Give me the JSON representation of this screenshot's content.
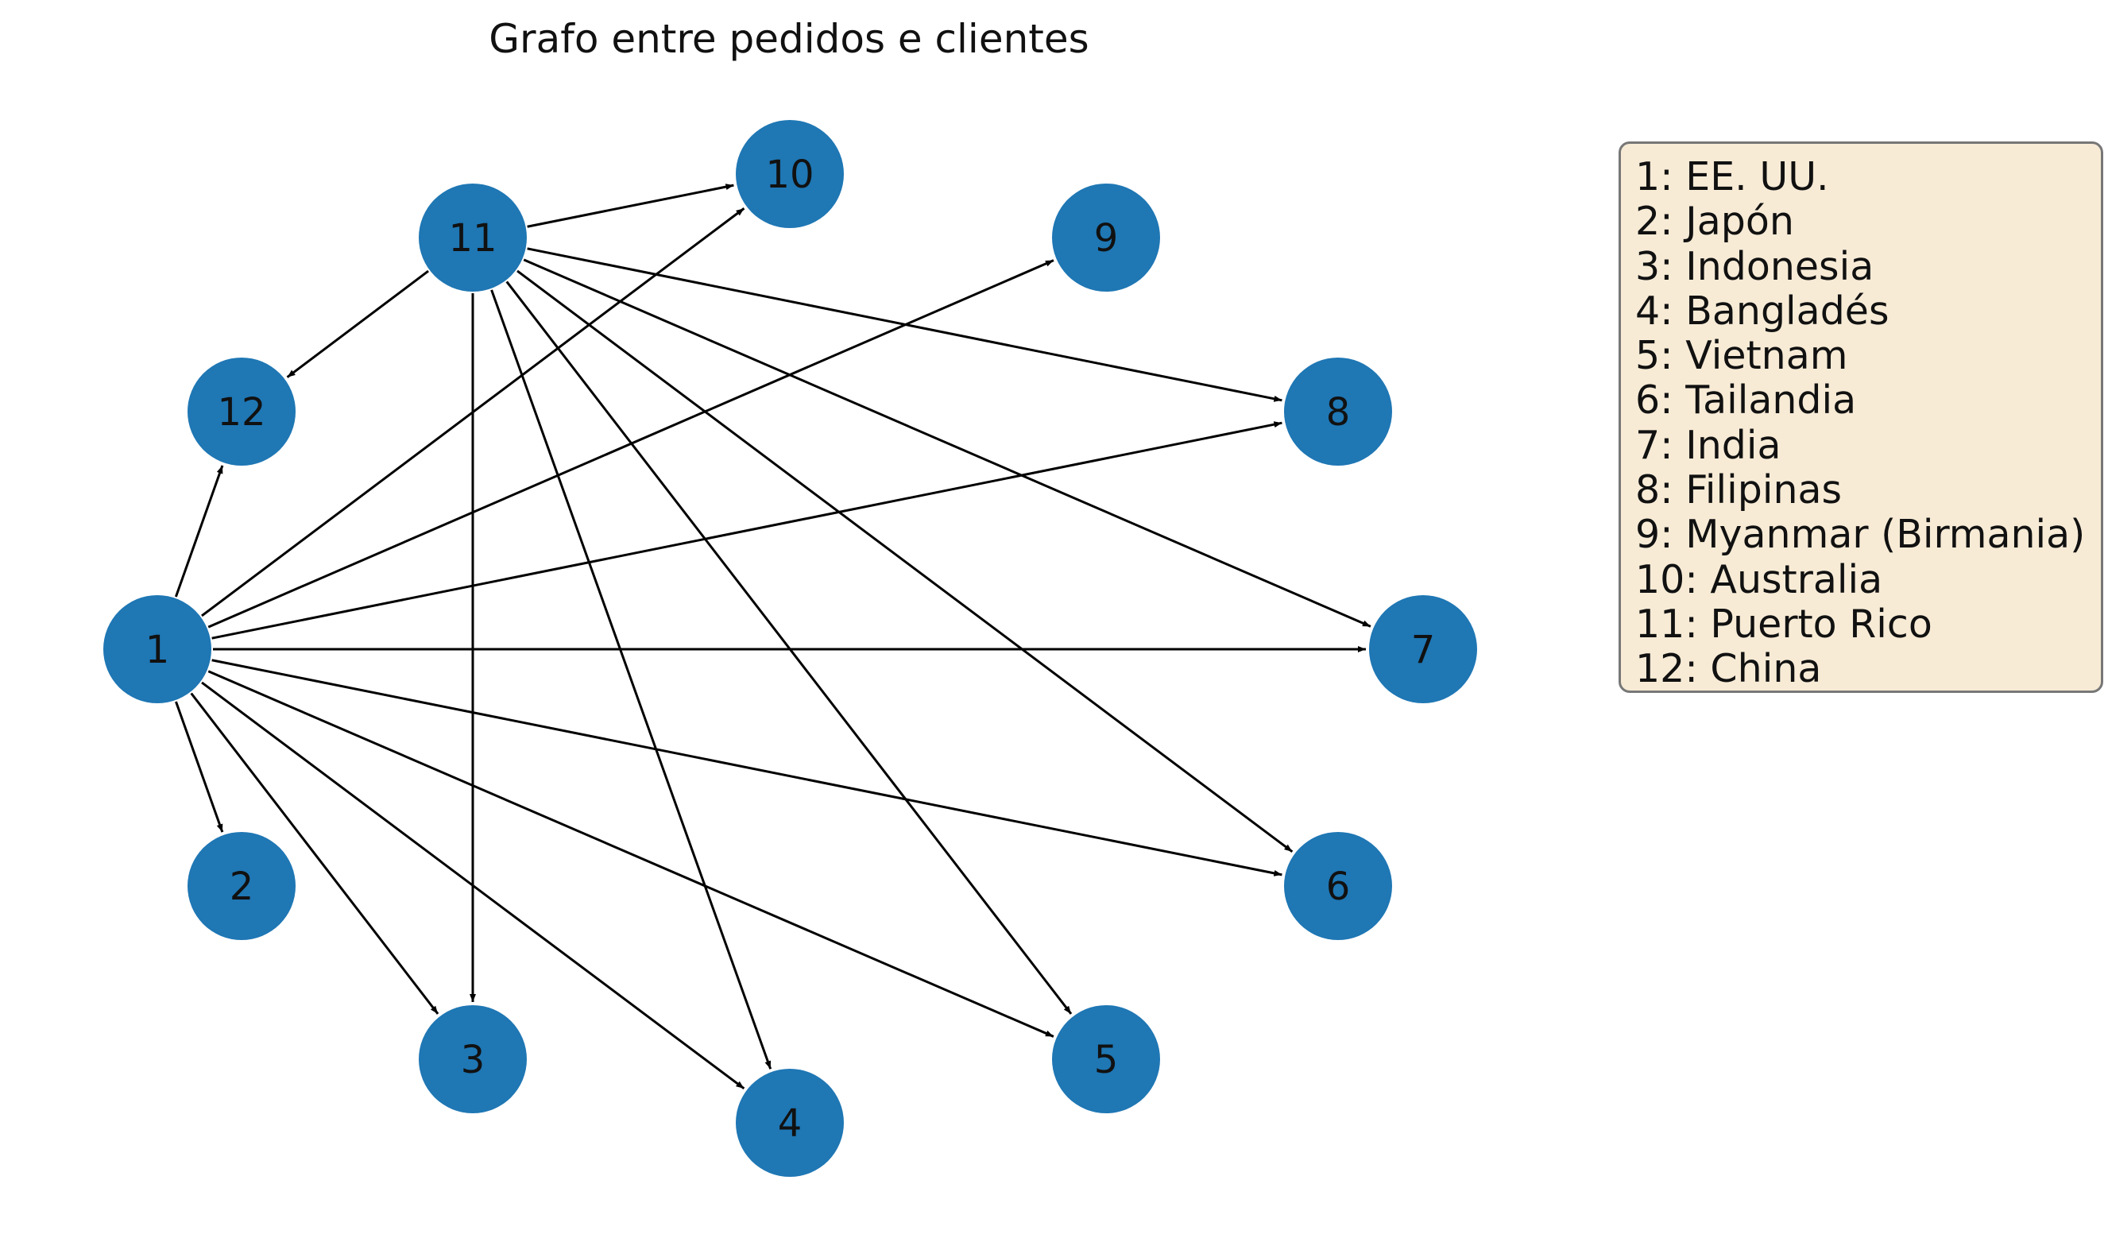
{
  "title": "Grafo entre pedidos e clientes",
  "colors": {
    "node": "#1f77b4",
    "edge": "#000000",
    "legend_bg": "#f7ebd6",
    "legend_border": "#777777"
  },
  "nodes": [
    {
      "id": "1",
      "label": "1"
    },
    {
      "id": "2",
      "label": "2"
    },
    {
      "id": "3",
      "label": "3"
    },
    {
      "id": "4",
      "label": "4"
    },
    {
      "id": "5",
      "label": "5"
    },
    {
      "id": "6",
      "label": "6"
    },
    {
      "id": "7",
      "label": "7"
    },
    {
      "id": "8",
      "label": "8"
    },
    {
      "id": "9",
      "label": "9"
    },
    {
      "id": "10",
      "label": "10"
    },
    {
      "id": "11",
      "label": "11"
    },
    {
      "id": "12",
      "label": "12"
    }
  ],
  "edges": [
    [
      "1",
      "12"
    ],
    [
      "1",
      "10"
    ],
    [
      "1",
      "9"
    ],
    [
      "1",
      "8"
    ],
    [
      "1",
      "7"
    ],
    [
      "1",
      "6"
    ],
    [
      "1",
      "5"
    ],
    [
      "1",
      "4"
    ],
    [
      "1",
      "3"
    ],
    [
      "1",
      "2"
    ],
    [
      "11",
      "10"
    ],
    [
      "11",
      "12"
    ],
    [
      "11",
      "8"
    ],
    [
      "11",
      "7"
    ],
    [
      "11",
      "6"
    ],
    [
      "11",
      "5"
    ],
    [
      "11",
      "4"
    ],
    [
      "11",
      "3"
    ]
  ],
  "legend": [
    "1: EE. UU.",
    "2: Japón",
    "3: Indonesia",
    "4: Bangladés",
    "5: Vietnam",
    "6: Tailandia",
    "7: India",
    "8: Filipinas",
    "9: Myanmar (Birmania)",
    "10: Australia",
    "11: Puerto Rico",
    "12: China"
  ]
}
